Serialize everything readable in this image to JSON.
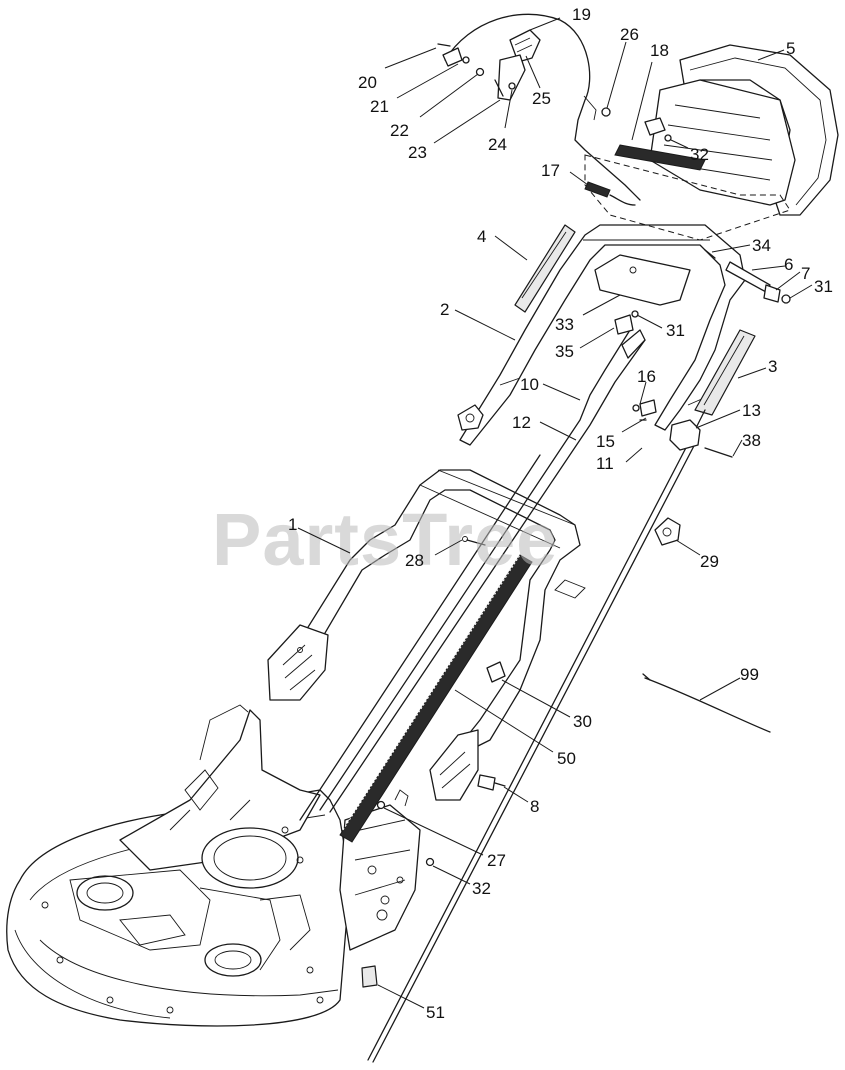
{
  "diagram": {
    "watermark": "PartsTree",
    "colors": {
      "ink": "#1a1a1a",
      "watermark": "#b9b9b9",
      "background": "#ffffff"
    },
    "callouts": [
      {
        "id": "c19",
        "label": "19"
      },
      {
        "id": "c26",
        "label": "26"
      },
      {
        "id": "c18",
        "label": "18"
      },
      {
        "id": "c5",
        "label": "5"
      },
      {
        "id": "c20",
        "label": "20"
      },
      {
        "id": "c21",
        "label": "21"
      },
      {
        "id": "c25",
        "label": "25"
      },
      {
        "id": "c22",
        "label": "22"
      },
      {
        "id": "c24",
        "label": "24"
      },
      {
        "id": "c23",
        "label": "23"
      },
      {
        "id": "c32a",
        "label": "32"
      },
      {
        "id": "c17",
        "label": "17"
      },
      {
        "id": "c34",
        "label": "34"
      },
      {
        "id": "c4",
        "label": "4"
      },
      {
        "id": "c6",
        "label": "6"
      },
      {
        "id": "c7",
        "label": "7"
      },
      {
        "id": "c31a",
        "label": "31"
      },
      {
        "id": "c2",
        "label": "2"
      },
      {
        "id": "c33",
        "label": "33"
      },
      {
        "id": "c31b",
        "label": "31"
      },
      {
        "id": "c35",
        "label": "35"
      },
      {
        "id": "c3",
        "label": "3"
      },
      {
        "id": "c16",
        "label": "16"
      },
      {
        "id": "c10",
        "label": "10"
      },
      {
        "id": "c13",
        "label": "13"
      },
      {
        "id": "c12",
        "label": "12"
      },
      {
        "id": "c15",
        "label": "15"
      },
      {
        "id": "c38",
        "label": "38"
      },
      {
        "id": "c11",
        "label": "11"
      },
      {
        "id": "c1",
        "label": "1"
      },
      {
        "id": "c28",
        "label": "28"
      },
      {
        "id": "c29",
        "label": "29"
      },
      {
        "id": "c99",
        "label": "99"
      },
      {
        "id": "c30",
        "label": "30"
      },
      {
        "id": "c50",
        "label": "50"
      },
      {
        "id": "c8",
        "label": "8"
      },
      {
        "id": "c27",
        "label": "27"
      },
      {
        "id": "c32b",
        "label": "32"
      },
      {
        "id": "c51",
        "label": "51"
      }
    ]
  }
}
